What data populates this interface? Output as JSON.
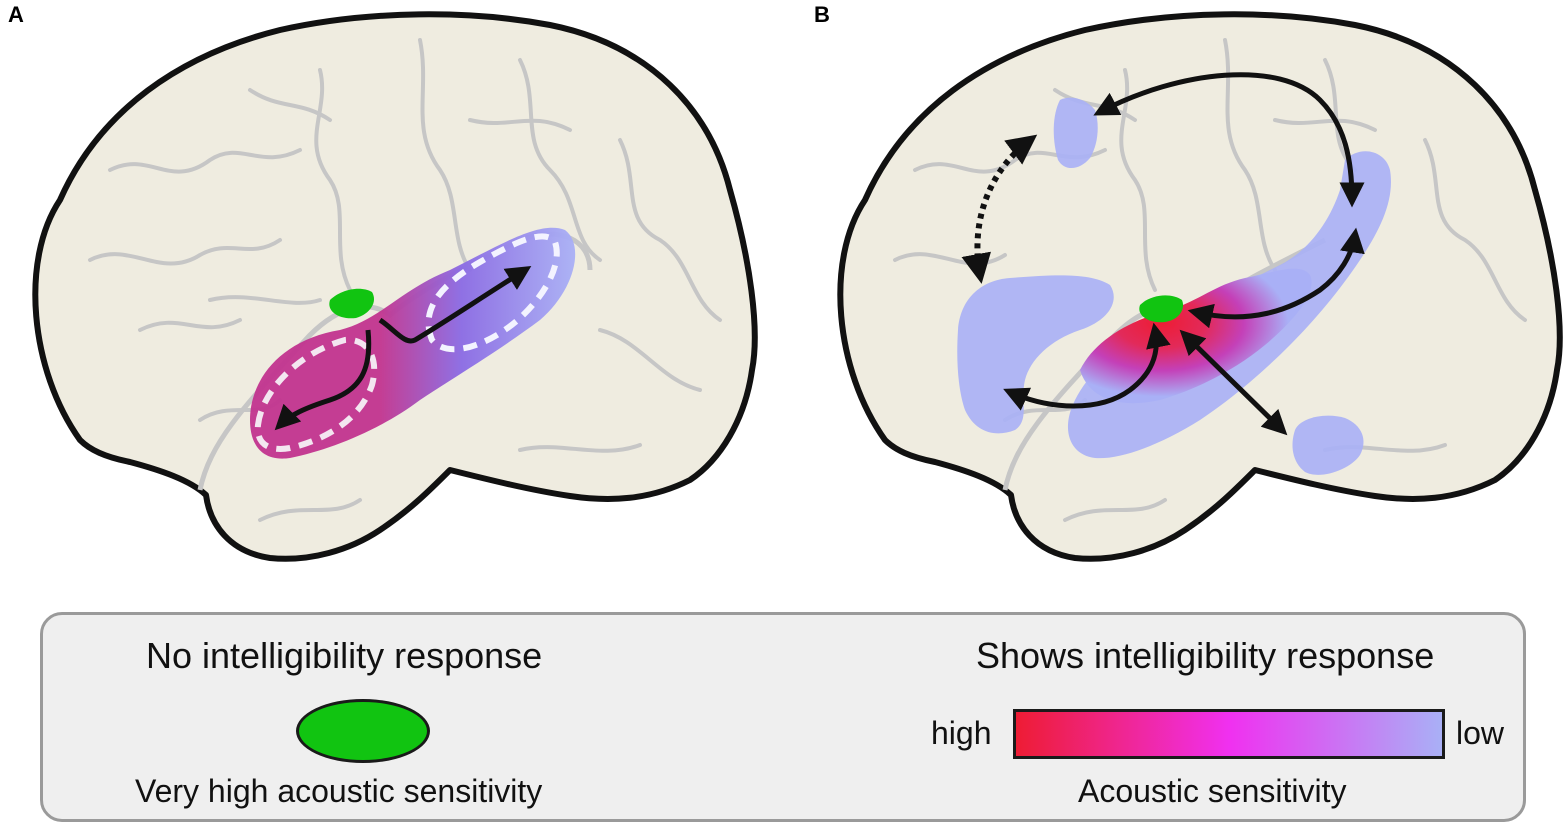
{
  "panels": {
    "a": "A",
    "b": "B"
  },
  "legend": {
    "left_heading": "No intelligibility response",
    "left_caption": "Very high acoustic sensitivity",
    "right_heading": "Shows intelligibility response",
    "right_caption": "Acoustic sensitivity",
    "high_label": "high",
    "low_label": "low"
  },
  "colors": {
    "brain_fill": "#efece0",
    "brain_outline": "#111111",
    "sulci": "#c6c6c6",
    "green_region": "#11c411",
    "high_sensitivity": "#ee1c34",
    "mid_sensitivity": "#f030f0",
    "low_sensitivity": "#a9b0f6",
    "panel_a_magenta": "#c2348f",
    "legend_bg": "#efefef",
    "legend_border": "#9a9a9a"
  },
  "icons": {
    "arrows": "arrow-icon",
    "dotted_connection": "dotted-arrow-icon"
  }
}
